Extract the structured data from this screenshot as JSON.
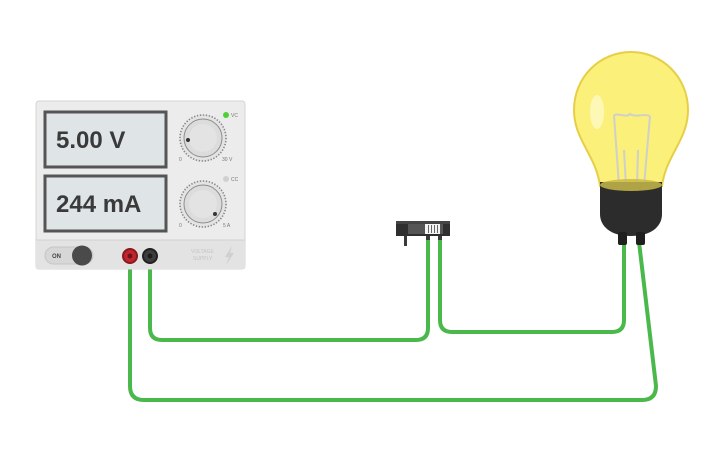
{
  "power_supply": {
    "voltage_display": "5.00 V",
    "current_display": "244 mA",
    "voltage_knob": {
      "min_label": "0",
      "max_label": "30 V"
    },
    "current_knob": {
      "min_label": "0",
      "max_label": "5 A"
    },
    "cv_indicator": {
      "label": "VC",
      "lit": true,
      "color": "#4cd137"
    },
    "cc_indicator": {
      "label": "CC",
      "lit": false,
      "color": "#d0d0d0"
    },
    "power_switch_label": "ON",
    "brand_line1": "VOLTAGE",
    "brand_line2": "SUPPLY",
    "positive_terminal_color": "#c0262d",
    "negative_terminal_color": "#3d3d3d"
  },
  "slide_switch": {
    "state": "right"
  },
  "light_bulb": {
    "lit": true,
    "glass_color": "#fbf07a",
    "base_color": "#2c2c2c"
  },
  "wire_color": "#4bb84b",
  "icons": {
    "power_supply": "lightning-bolt-icon",
    "switch": "slide-switch-icon",
    "bulb": "light-bulb-icon"
  }
}
